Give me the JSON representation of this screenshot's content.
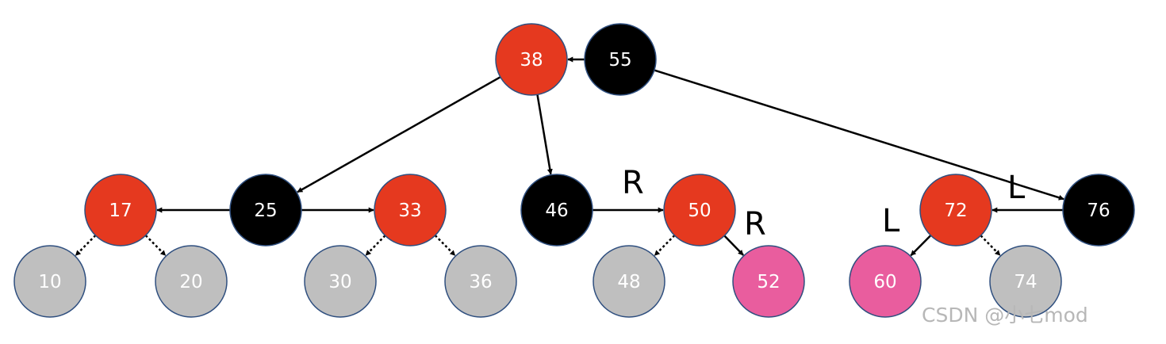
{
  "colors": {
    "red": "#e5391f",
    "black": "#000000",
    "gray": "#bfbfbf",
    "pink": "#e95d9e",
    "node_border": "#2f4f7f",
    "edge": "#000000"
  },
  "nodes": [
    {
      "id": "n38",
      "label": "38",
      "color": "red"
    },
    {
      "id": "n55",
      "label": "55",
      "color": "black"
    },
    {
      "id": "n17",
      "label": "17",
      "color": "red"
    },
    {
      "id": "n25",
      "label": "25",
      "color": "black"
    },
    {
      "id": "n33",
      "label": "33",
      "color": "red"
    },
    {
      "id": "n46",
      "label": "46",
      "color": "black"
    },
    {
      "id": "n50",
      "label": "50",
      "color": "red"
    },
    {
      "id": "n72",
      "label": "72",
      "color": "red"
    },
    {
      "id": "n76",
      "label": "76",
      "color": "black"
    },
    {
      "id": "n10",
      "label": "10",
      "color": "gray"
    },
    {
      "id": "n20",
      "label": "20",
      "color": "gray"
    },
    {
      "id": "n30",
      "label": "30",
      "color": "gray"
    },
    {
      "id": "n36",
      "label": "36",
      "color": "gray"
    },
    {
      "id": "n48",
      "label": "48",
      "color": "gray"
    },
    {
      "id": "n52",
      "label": "52",
      "color": "pink"
    },
    {
      "id": "n60",
      "label": "60",
      "color": "pink"
    },
    {
      "id": "n74",
      "label": "74",
      "color": "gray"
    }
  ],
  "edges": [
    {
      "from": "n55",
      "to": "n38",
      "style": "solid"
    },
    {
      "from": "n38",
      "to": "n25",
      "style": "solid"
    },
    {
      "from": "n38",
      "to": "n46",
      "style": "solid"
    },
    {
      "from": "n55",
      "to": "n76",
      "style": "solid"
    },
    {
      "from": "n25",
      "to": "n17",
      "style": "solid"
    },
    {
      "from": "n25",
      "to": "n33",
      "style": "solid"
    },
    {
      "from": "n46",
      "to": "n50",
      "style": "solid"
    },
    {
      "from": "n76",
      "to": "n72",
      "style": "solid"
    },
    {
      "from": "n17",
      "to": "n10",
      "style": "dotted"
    },
    {
      "from": "n17",
      "to": "n20",
      "style": "dotted"
    },
    {
      "from": "n33",
      "to": "n30",
      "style": "dotted"
    },
    {
      "from": "n33",
      "to": "n36",
      "style": "dotted"
    },
    {
      "from": "n50",
      "to": "n48",
      "style": "dotted"
    },
    {
      "from": "n50",
      "to": "n52",
      "style": "solid"
    },
    {
      "from": "n72",
      "to": "n60",
      "style": "solid"
    },
    {
      "from": "n72",
      "to": "n74",
      "style": "dotted"
    }
  ],
  "annotations": [
    {
      "id": "ann-r-1",
      "text": "R"
    },
    {
      "id": "ann-r-2",
      "text": "R"
    },
    {
      "id": "ann-l-1",
      "text": "L"
    },
    {
      "id": "ann-l-2",
      "text": "L"
    }
  ],
  "watermark": "CSDN @小七mod"
}
